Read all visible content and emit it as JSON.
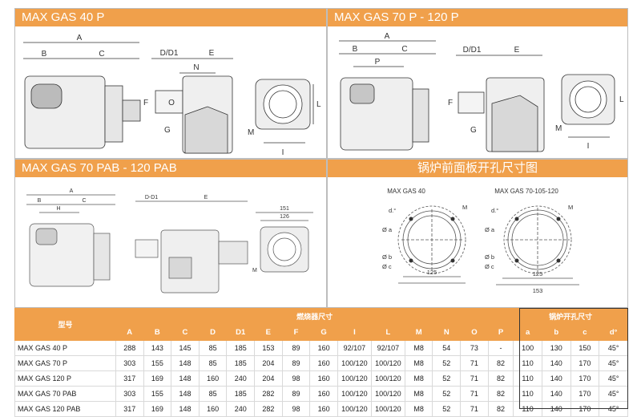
{
  "headers": {
    "p1": "MAX GAS 40 P",
    "p2": "MAX GAS 70 P - 120 P",
    "p3": "MAX GAS 70 PAB  - 120 PAB",
    "p4": "锅炉前面板开孔尺寸图"
  },
  "drawing_labels": {
    "A": "A",
    "B": "B",
    "C": "C",
    "D_D1": "D/D1",
    "DD1_b": "D-D1",
    "E": "E",
    "N": "N",
    "O": "O",
    "F": "F",
    "G": "G",
    "P": "P",
    "M": "M",
    "I": "I",
    "L": "L",
    "H": "H",
    "dim151": "151",
    "dim126": "126"
  },
  "flange": {
    "label_left": "MAX GAS 40",
    "label_right": "MAX GAS 70-105-120",
    "d": "d.°",
    "a": "Ø a",
    "b": "Ø b",
    "c": "Ø c",
    "M": "M",
    "dim_125": "125",
    "dim_153": "153"
  },
  "table": {
    "model_header": "型号",
    "burner_header": "燃烧器尺寸",
    "boiler_header": "锅炉开孔尺寸",
    "columns": [
      "A",
      "B",
      "C",
      "D",
      "D1",
      "E",
      "F",
      "G",
      "I",
      "L",
      "M",
      "N",
      "O",
      "P",
      "a",
      "b",
      "c",
      "d°"
    ],
    "rows": [
      {
        "model": "MAX GAS 40 P",
        "cells": [
          "288",
          "143",
          "145",
          "85",
          "185",
          "153",
          "89",
          "160",
          "92/107",
          "92/107",
          "M8",
          "54",
          "73",
          "-",
          "100",
          "130",
          "150",
          "45°"
        ]
      },
      {
        "model": "MAX GAS 70 P",
        "cells": [
          "303",
          "155",
          "148",
          "85",
          "185",
          "204",
          "89",
          "160",
          "100/120",
          "100/120",
          "M8",
          "52",
          "71",
          "82",
          "110",
          "140",
          "170",
          "45°"
        ]
      },
      {
        "model": "MAX GAS 120 P",
        "cells": [
          "317",
          "169",
          "148",
          "160",
          "240",
          "204",
          "98",
          "160",
          "100/120",
          "100/120",
          "M8",
          "52",
          "71",
          "82",
          "110",
          "140",
          "170",
          "45°"
        ]
      },
      {
        "model": "MAX GAS 70 PAB",
        "cells": [
          "303",
          "155",
          "148",
          "85",
          "185",
          "282",
          "89",
          "160",
          "100/120",
          "100/120",
          "M8",
          "52",
          "71",
          "82",
          "110",
          "140",
          "170",
          "45°"
        ]
      },
      {
        "model": "MAX GAS 120 PAB",
        "cells": [
          "317",
          "169",
          "148",
          "160",
          "240",
          "282",
          "98",
          "160",
          "100/120",
          "100/120",
          "M8",
          "52",
          "71",
          "82",
          "110",
          "140",
          "170",
          "45°"
        ]
      }
    ]
  }
}
